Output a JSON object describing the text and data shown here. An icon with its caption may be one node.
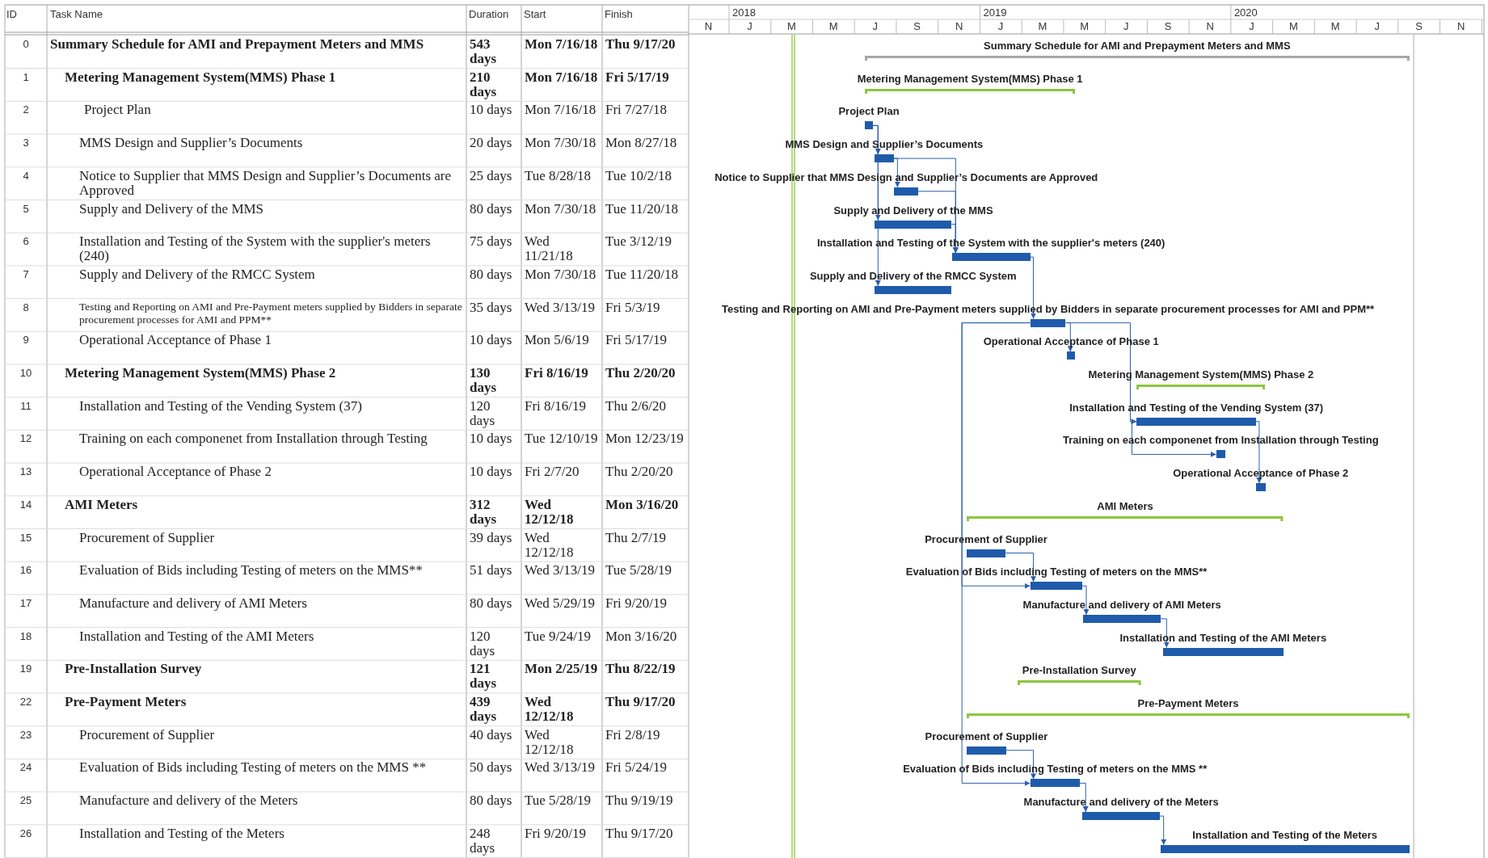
{
  "diagram": {
    "nodes": [
      {
        "text": [
          "Summary Schedule for AMI and Prepayment Meters and MMS"
        ]
      },
      {
        "text": [
          "Metering Management System(MMS) Phase 1"
        ]
      },
      {
        "text": [
          "Project Plan"
        ]
      },
      {
        "text": [
          "MMS Design and Supplier’s Documents"
        ]
      },
      {
        "text": [
          "Notice to Supplier that MMS Design and Supplier’s Documents are Approved"
        ]
      },
      {
        "text": [
          "Supply and Delivery of the MMS"
        ]
      },
      {
        "text": [
          "Installation and Testing of the System with the supplier's meters (240)"
        ]
      },
      {
        "text": [
          "Supply and Delivery of the RMCC System"
        ]
      },
      {
        "text": [
          "Testing and Reporting on AMI and Pre-Payment meters supplied by Bidders in separate procurement processes for AMI and PPM**"
        ]
      },
      {
        "text": [
          "Operational Acceptance of Phase 1"
        ]
      },
      {
        "text": [
          "Metering Management System(MMS) Phase 2"
        ]
      },
      {
        "text": [
          "Installation and Testing of the Vending System (37)"
        ]
      },
      {
        "text": [
          "Training on each componenet from Installation through Testing"
        ]
      },
      {
        "text": [
          "Operational Acceptance of Phase 2"
        ]
      },
      {
        "text": [
          "AMI Meters"
        ]
      },
      {
        "text": [
          "Procurement of Supplier"
        ]
      },
      {
        "text": [
          "Evaluation of Bids including Testing of meters on the MMS**"
        ]
      },
      {
        "text": [
          "Manufacture and delivery of AMI Meters"
        ]
      },
      {
        "text": [
          "Installation and Testing of the AMI Meters"
        ]
      },
      {
        "text": [
          "Pre-Installation Survey"
        ]
      },
      {
        "text": [
          "Pre-Payment Meters"
        ]
      },
      {
        "text": [
          "Procurement of Supplier"
        ]
      },
      {
        "text": [
          "Evaluation of Bids including Testing of meters on the MMS **"
        ]
      },
      {
        "text": [
          "Manufacture and delivery of the Meters"
        ]
      },
      {
        "text": [
          "Installation and Testing of the Meters"
        ]
      }
    ],
    "edges": [
      {
        "from": 2,
        "to": 3,
        "arrow": "to"
      },
      {
        "from": 2,
        "to": 5,
        "arrow": "to"
      },
      {
        "from": 2,
        "to": 7,
        "arrow": "to"
      },
      {
        "from": 3,
        "to": 4,
        "arrow": "to"
      },
      {
        "from": 3,
        "to": 6,
        "arrow": "to"
      },
      {
        "from": 4,
        "to": 6,
        "arrow": "to"
      },
      {
        "from": 5,
        "to": 6,
        "arrow": "to"
      },
      {
        "from": 6,
        "to": 8,
        "arrow": "to"
      },
      {
        "from": 8,
        "to": 9,
        "arrow": "to"
      },
      {
        "from": 8,
        "to": 11,
        "arrow": "to"
      },
      {
        "from": 8,
        "to": 16,
        "arrow": "to"
      },
      {
        "from": 8,
        "to": 22,
        "arrow": "to"
      },
      {
        "from": 11,
        "to": 12,
        "arrow": "to"
      },
      {
        "from": 11,
        "to": 13,
        "arrow": "to"
      },
      {
        "from": 15,
        "to": 16,
        "arrow": "to"
      },
      {
        "from": 16,
        "to": 17,
        "arrow": "to"
      },
      {
        "from": 17,
        "to": 18,
        "arrow": "to"
      },
      {
        "from": 21,
        "to": 22,
        "arrow": "to"
      },
      {
        "from": 22,
        "to": 23,
        "arrow": "to"
      },
      {
        "from": 23,
        "to": 24,
        "arrow": "to"
      }
    ],
    "labels": [
      "ID",
      "Task Name",
      "Duration",
      "Start",
      "Finish",
      "2018",
      "2019",
      "2020",
      "N",
      "J",
      "M",
      "M",
      "J",
      "S",
      "N",
      "J",
      "M",
      "M",
      "J",
      "S",
      "N",
      "J",
      "M",
      "M",
      "J",
      "S",
      "N",
      "0",
      "Summary Schedule for AMI and Prepayment Meters and MMS",
      "543 days",
      "Mon 7/16/18",
      "Thu 9/17/20",
      "1",
      "Metering Management System(MMS) Phase 1",
      "210 days",
      "Mon 7/16/18",
      "Fri 5/17/19",
      "2",
      "Project Plan",
      "10 days",
      "Mon 7/16/18",
      "Fri 7/27/18",
      "3",
      "MMS Design and Supplier’s Documents",
      "20 days",
      "Mon 7/30/18",
      "Mon 8/27/18",
      "4",
      "Notice to Supplier that MMS Design and Supplier’s Documents are Approved",
      "25 days",
      "Tue 8/28/18",
      "Tue 10/2/18",
      "5",
      "Supply and Delivery of the MMS",
      "80 days",
      "Mon 7/30/18",
      "Tue 11/20/18",
      "6",
      "Installation and Testing of the System with the supplier's meters (240)",
      "75 days",
      "Wed 11/21/18",
      "Tue 3/12/19",
      "7",
      "Supply and Delivery of the RMCC System",
      "80 days",
      "Mon 7/30/18",
      "Tue 11/20/18",
      "8",
      "Testing and Reporting on AMI and Pre-Payment meters supplied by Bidders in separate procurement processes for AMI and PPM**",
      "35 days",
      "Wed 3/13/19",
      "Fri 5/3/19",
      "9",
      "Operational Acceptance of Phase 1",
      "10 days",
      "Mon 5/6/19",
      "Fri 5/17/19",
      "10",
      "Metering Management System(MMS) Phase 2",
      "130 days",
      "Fri 8/16/19",
      "Thu 2/20/20",
      "11",
      "Installation and Testing of the Vending System (37)",
      "120 days",
      "Fri 8/16/19",
      "Thu 2/6/20",
      "12",
      "Training on each componenet from Installation through Testing",
      "10 days",
      "Tue 12/10/19",
      "Mon 12/23/19",
      "13",
      "Operational Acceptance of Phase 2",
      "10 days",
      "Fri 2/7/20",
      "Thu 2/20/20",
      "14",
      "AMI Meters",
      "312 days",
      "Wed 12/12/18",
      "Mon 3/16/20",
      "15",
      "Procurement of Supplier",
      "39 days",
      "Wed 12/12/18",
      "Thu 2/7/19",
      "16",
      "Evaluation of Bids including Testing of meters on the MMS**",
      "51 days",
      "Wed 3/13/19",
      "Tue 5/28/19",
      "17",
      "Manufacture and delivery of AMI Meters",
      "80 days",
      "Wed 5/29/19",
      "Fri 9/20/19",
      "18",
      "Installation and Testing of the AMI Meters",
      "120 days",
      "Tue 9/24/19",
      "Mon 3/16/20",
      "19",
      "Pre-Installation Survey",
      "121 days",
      "Mon 2/25/19",
      "Thu 8/22/19",
      "22",
      "Pre-Payment Meters",
      "439 days",
      "Wed 12/12/18",
      "Thu 9/17/20",
      "23",
      "Procurement of Supplier",
      "40 days",
      "Wed 12/12/18",
      "Fri 2/8/19",
      "24",
      "Evaluation of Bids including Testing of meters on the MMS **",
      "50 days",
      "Wed 3/13/19",
      "Fri 5/24/19",
      "25",
      "Manufacture and delivery of the Meters",
      "80 days",
      "Tue 5/28/19",
      "Thu 9/19/19",
      "26",
      "Installation and Testing of the Meters",
      "248 days",
      "Fri 9/20/19",
      "Thu 9/17/20"
    ]
  }
}
